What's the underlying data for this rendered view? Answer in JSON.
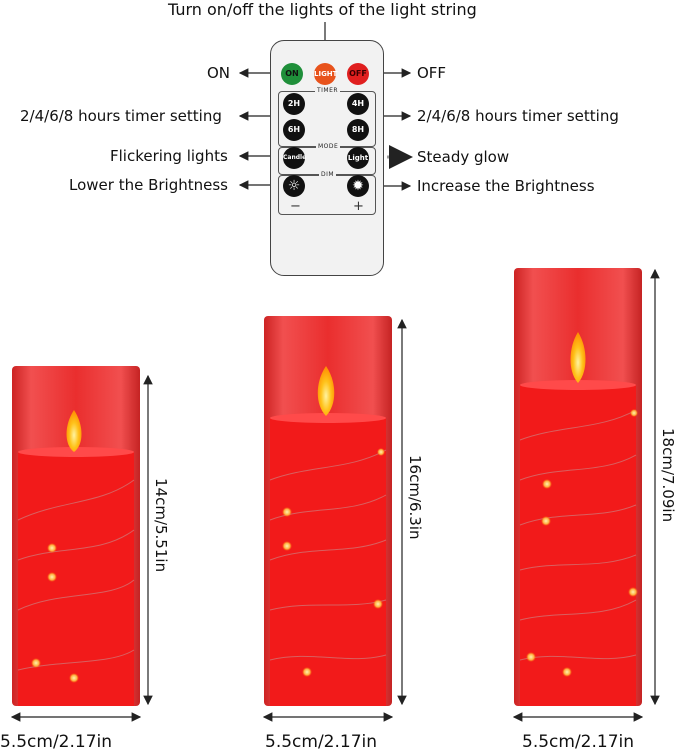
{
  "remote": {
    "callout_top": "Turn on/off the lights of the light string",
    "labels": {
      "on": "ON",
      "off": "OFF",
      "timer_left": "2/4/6/8 hours timer setting",
      "timer_right": "2/4/6/8 hours timer setting",
      "flicker": "Flickering lights",
      "steady": "Steady glow",
      "lower": "Lower the Brightness",
      "increase": "Increase the Brightness"
    },
    "buttons": {
      "on": "ON",
      "light": "LIGHT",
      "off": "OFF",
      "h2": "2H",
      "h4": "4H",
      "h6": "6H",
      "h8": "8H",
      "candle": "Candle",
      "light_mode": "Light"
    },
    "sections": {
      "timer": "TIMER",
      "mode": "MODE",
      "dim": "DIM"
    },
    "symbols": {
      "minus": "−",
      "plus": "+"
    },
    "colors": {
      "on": "#1f8f3a",
      "light": "#e8531c",
      "off": "#e01f1f"
    }
  },
  "candles": [
    {
      "height_label": "14cm/5.51in",
      "width_label": "5.5cm/2.17in"
    },
    {
      "height_label": "16cm/6.3in",
      "width_label": "5.5cm/2.17in"
    },
    {
      "height_label": "18cm/7.09in",
      "width_label": "5.5cm/2.17in"
    }
  ],
  "colors": {
    "glass": "#e81818",
    "candle": "#f21a1a",
    "flame": "#ffb300",
    "led": "#ffb347"
  }
}
